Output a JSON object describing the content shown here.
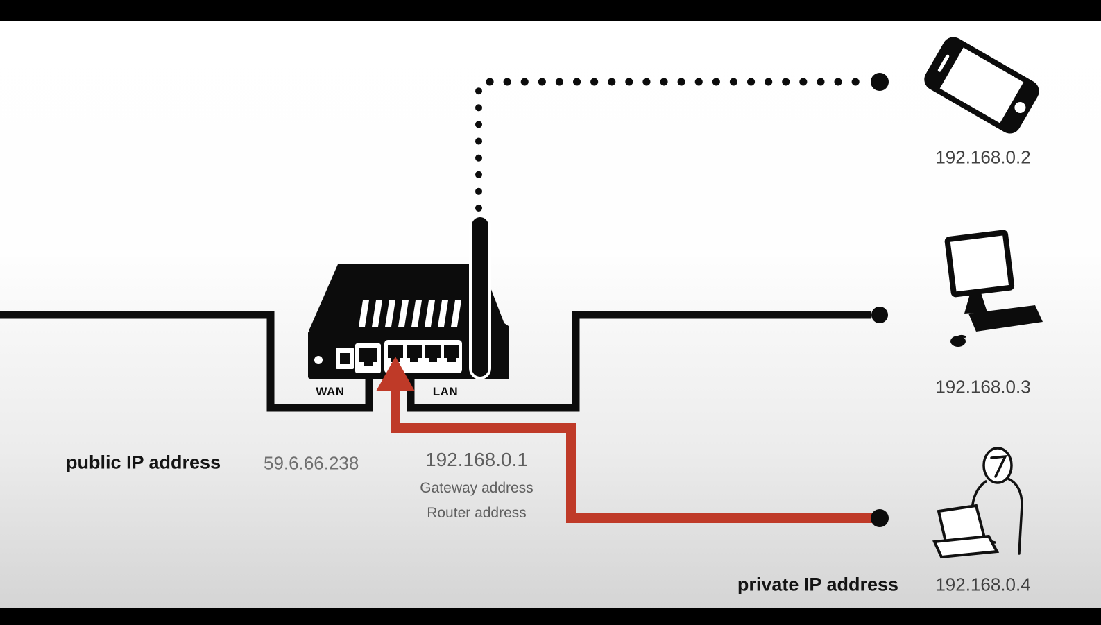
{
  "diagram": {
    "router": {
      "wan_label": "WAN",
      "lan_label": "LAN"
    },
    "public": {
      "label": "public IP address",
      "value": "59.6.66.238"
    },
    "gateway": {
      "ip": "192.168.0.1",
      "line1": "Gateway address",
      "line2": "Router address"
    },
    "private": {
      "label": "private IP address"
    },
    "devices": [
      {
        "name": "phone",
        "ip": "192.168.0.2"
      },
      {
        "name": "desktop",
        "ip": "192.168.0.3"
      },
      {
        "name": "laptop-user",
        "ip": "192.168.0.4"
      }
    ],
    "colors": {
      "line": "#0c0c0c",
      "highlight": "#bf3a28",
      "text_muted": "#5f5f5f"
    }
  }
}
